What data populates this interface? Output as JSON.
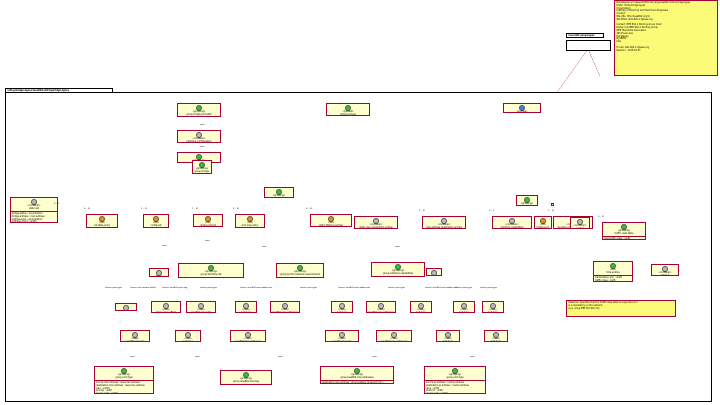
{
  "colors": {
    "class_fill": "#fefece",
    "class_border": "#a80036",
    "note_fill": "#fbfb77",
    "edge": "#a80036",
    "icon_green": "#22cc22",
    "icon_orange": "#ff8800",
    "icon_blue": "#2288ff",
    "icon_grey": "#bbbbbb"
  },
  "outer_package": {
    "title": "ietf-q-bridge-types/ieee802-dot1q-bridge-types"
  },
  "small_package": {
    "title": "ieee/ietf-yang-types"
  },
  "module_note": {
    "lines": [
      "Namespace: urn:ieee:std:802.1Q:yang:ieee802-dot1q-bridge-types",
      "Prefix: dot1q-bridge-types",
      "Organization:",
      "Institute of Electrical and Electronics Engineers",
      "Contact:",
      "WG-URL: http://ieee802.org/1/",
      "WG-EMail: stds-802-1-l@ieee.org",
      "",
      "Contact: IEEE 802.1 Working Group Chair",
      "Postal: C/O IEEE 802.1 Working Group",
      "IEEE Standards Association",
      "445 Hoes Lane",
      "Piscataway",
      "NJ 08854",
      "USA",
      "",
      "E-mail: stds-802-1-l@ieee.org",
      "Revision : 2018-03-07"
    ]
  },
  "presence_note": {
    "lines": [
      "Presence: Specifies that the TrafficClass table is supported and",
      "is a mandatory on the network.",
      "(e.g. using IEEE Std 802.1Q)"
    ]
  },
  "classes": [
    {
      "id": "c1",
      "icon": "green",
      "stereo": "«grouping»",
      "name": "group-bridge-port-attrs",
      "body": [
        "bridge-port-attrs : uint16"
      ]
    },
    {
      "id": "c2",
      "icon": "grey",
      "stereo": "«container»",
      "name": "interface-configuration",
      "body": [
        "group-bridge-port-config (uses)"
      ]
    },
    {
      "id": "c3",
      "icon": "green",
      "stereo": "«grouping»",
      "name": "group-interface-configuration",
      "body": []
    },
    {
      "id": "c4",
      "icon": "green",
      "stereo": "«typedef»",
      "name": "dot1q-vid-type",
      "body": [
        "string pattern : [1-9][0-9]{0,3}..."
      ]
    },
    {
      "id": "c5",
      "icon": "blue",
      "stereo": "«module»",
      "name": "ieee802-dot1q-bridge-types",
      "body": []
    },
    {
      "id": "c6",
      "icon": "green",
      "stereo": "«grouping»",
      "name": "group-address-type",
      "body": []
    },
    {
      "id": "c7",
      "icon": "grey",
      "stereo": "«container»",
      "name": "static-list",
      "body": [
        "bridge-status : enumeration",
        "bridge-address : mac-address",
        "address-type : enumeration",
        "address-count : uint32"
      ]
    },
    {
      "id": "c8",
      "icon": "orange",
      "stereo": "«list»",
      "name": "vid-table-entry",
      "body": [
        "group-interface-list (uses)"
      ]
    },
    {
      "id": "c9",
      "icon": "orange",
      "stereo": "«list»",
      "name": "config-set",
      "body": [
        "1 .. max : uint16 {key}"
      ]
    },
    {
      "id": "c10",
      "icon": "orange",
      "stereo": "«list»",
      "name": "dot1q-port-list",
      "body": [
        "group-bridge-port-list"
      ]
    },
    {
      "id": "c11",
      "icon": "green",
      "stereo": "«grouping»",
      "name": "group-bridge-port",
      "body": []
    },
    {
      "id": "c12",
      "icon": "orange",
      "stereo": "«list»",
      "name": "port-map-entry",
      "body": [
        "group-port-map (uses)"
      ]
    },
    {
      "id": "c13",
      "icon": "orange",
      "stereo": "«list»",
      "name": "static-filtering-entries",
      "body": [
        "group-filtering-entries (uses)"
      ]
    },
    {
      "id": "c14",
      "icon": "grey",
      "stereo": "«container»",
      "name": "static-vlan-registration-entries",
      "body": [
        "group-static-vlan-registration (uses)"
      ]
    },
    {
      "id": "c15",
      "icon": "grey",
      "stereo": "«container»",
      "name": "mac-address-registration-entries",
      "body": [
        "group-mac-address-registration (uses)"
      ]
    },
    {
      "id": "c16",
      "icon": "green",
      "stereo": "«grouping»",
      "name": "group-port-capabilities",
      "body": []
    },
    {
      "id": "c17",
      "icon": "grey",
      "stereo": "«container»",
      "name": "interface-capabilities",
      "body": [
        "group-port-capabilities (uses)"
      ]
    },
    {
      "id": "c18",
      "icon": "grey",
      "stereo": "«container»",
      "name": "dynamic-reservation-entries",
      "body": [
        "group-dynamic-reservation (uses)"
      ]
    },
    {
      "id": "c19",
      "icon": "grey",
      "stereo": "«container»",
      "name": "dynamic-filtering-entries",
      "body": [
        "group-dynamic-filtering (uses)"
      ]
    },
    {
      "id": "c20",
      "icon": "orange",
      "stereo": "«list»",
      "name": "bridge-port-entry",
      "body": [
        "1 .. max : uint16 {key}"
      ]
    },
    {
      "id": "c21",
      "icon": "grey",
      "stereo": "«container»",
      "name": "port-id",
      "body": [
        "port : uint16"
      ]
    },
    {
      "id": "c22",
      "icon": "green",
      "stereo": "«grouping»",
      "name": "traffic-class-table",
      "body": [
        "max-traffic-class : uint8",
        "num-traffic-class : uint8",
        "traffic-class-map (uses)"
      ]
    },
    {
      "id": "c23",
      "icon": "grey",
      "stereo": "«choice»",
      "name": "configuration",
      "body": []
    },
    {
      "id": "c24",
      "icon": "green",
      "stereo": "«grouping»",
      "name": "group-interface-list",
      "body": [
        "interface-type : string",
        "vid-table-pattern : [1-9][0-9]{0,3}(,[1-9]..."
      ]
    },
    {
      "id": "c25",
      "icon": "green",
      "stereo": "«grouping»",
      "name": "group-port-to-network-requirements",
      "body": [
        "max-available-time : uint32",
        "max-frame-size : uint32"
      ]
    },
    {
      "id": "c26",
      "icon": "green",
      "stereo": "«grouping»",
      "name": "group-interface-capabilities",
      "body": [
        "interface-mode-capable : boolean",
        "frame-quantum-capable : uint32",
        "reservation-capable : uint32"
      ]
    },
    {
      "id": "c27",
      "icon": "grey",
      "stereo": "«choice»",
      "name": "type",
      "body": []
    },
    {
      "id": "c28",
      "icon": "green",
      "stereo": "«list»",
      "name": "time-entries",
      "body": [
        "transmission-prio : uint8",
        "traffic-class : uint8",
        "prio : uint8"
      ]
    },
    {
      "id": "c29",
      "icon": "grey",
      "stereo": "«container»",
      "name": "interval",
      "body": [
        "numerator : uint32",
        "denominator : uint32"
      ]
    },
    {
      "id": "c30",
      "icon": "grey",
      "stereo": "«case»",
      "name": "port-type",
      "body": []
    },
    {
      "id": "c31",
      "icon": "grey",
      "stereo": "«case»",
      "name": "time-aware-offset",
      "body": [
        "time-aware-offset : uint32"
      ]
    },
    {
      "id": "c32",
      "icon": "grey",
      "stereo": "«case»",
      "name": "ieee802-mac-addr",
      "body": [
        "group-mac-addr (uses)"
      ]
    },
    {
      "id": "c33",
      "icon": "grey",
      "stereo": "«case»",
      "name": "port-type",
      "body": [
        "group-port-type"
      ]
    },
    {
      "id": "c34",
      "icon": "grey",
      "stereo": "«case»",
      "name": "ieee802-mac-addresses",
      "body": [
        "group-mac-addresses"
      ]
    },
    {
      "id": "c35",
      "icon": "grey",
      "stereo": "«case»",
      "name": "port-type",
      "body": [
        "group-port-type"
      ]
    },
    {
      "id": "c36",
      "icon": "grey",
      "stereo": "«case»",
      "name": "ieee802-mac-addresses",
      "body": [
        "group-mac-addresses"
      ]
    },
    {
      "id": "c37",
      "icon": "grey",
      "stereo": "«case»",
      "name": "port-type",
      "body": [
        "group-port-type"
      ]
    },
    {
      "id": "c38",
      "icon": "grey",
      "stereo": "«case»",
      "name": "port-type",
      "body": [
        "group-port-type"
      ]
    },
    {
      "id": "c39",
      "icon": "grey",
      "stereo": "«case»",
      "name": "port-type",
      "body": [
        "group-port-type (uses)"
      ]
    },
    {
      "id": "c40",
      "icon": "grey",
      "stereo": "«case»",
      "name": "ieee802-mac-tag",
      "body": [
        "group-ieee802-tag (uses)"
      ]
    },
    {
      "id": "c41",
      "icon": "grey",
      "stereo": "«case»",
      "name": "port-type",
      "body": [
        "group-port-type"
      ]
    },
    {
      "id": "c42",
      "icon": "grey",
      "stereo": "«case»",
      "name": "ieee802-mac-addresses",
      "body": [
        "group-ieee802-mac-addresses (uses)"
      ]
    },
    {
      "id": "c43",
      "icon": "grey",
      "stereo": "«case»",
      "name": "ieee802-mac-tag",
      "body": [
        "group-ieee802-mac-tag"
      ]
    },
    {
      "id": "c44",
      "icon": "grey",
      "stereo": "«case»",
      "name": "ieee802-mac-addresses",
      "body": [
        "group-mac-addresses (uses)"
      ]
    },
    {
      "id": "c45",
      "icon": "grey",
      "stereo": "«case»",
      "name": "port-type",
      "body": [
        "group-port-type"
      ]
    },
    {
      "id": "c46",
      "icon": "grey",
      "stereo": "«case»",
      "name": "port-type",
      "body": [
        "group-port-type"
      ]
    },
    {
      "id": "c47",
      "icon": "green",
      "stereo": "«grouping»",
      "name": "group-port-type",
      "body": [
        "source-mac-address : ieee:mac-address",
        "destination-mac-address : ieee:mac-address",
        "vlan : uint16",
        "priority : uint8",
        "source-port : uint16",
        "destination-port : uint16"
      ]
    },
    {
      "id": "c48",
      "icon": "green",
      "stereo": "«grouping»",
      "name": "group-ieee802-mac-tag",
      "body": [
        "priority-code-point : uint8 {0..7}",
        "vlan-id : uint16 {1..4094}"
      ]
    },
    {
      "id": "c49",
      "icon": "green",
      "stereo": "«grouping»",
      "name": "group-ieee802-mac-addresses",
      "body": [
        "destination-mac-address : string pattern [0-9a-fA-F]{2}...",
        "source-mac-address : string pattern [0-9a-fA-F]{2}..."
      ]
    },
    {
      "id": "c50",
      "icon": "green",
      "stereo": "«grouping»",
      "name": "group-port-type",
      "body": [
        "source-ip-address : inet:ip-address",
        "destination-ip-address : inet:ip-address",
        "dscp : uint8",
        "protocol : uint8",
        "source-port : uint16",
        "destination-port : uint16"
      ]
    }
  ],
  "edge_labels": {
    "uses1": "uses",
    "uses2": "uses",
    "uses3": "uses",
    "uses4": "uses",
    "uses5": "uses",
    "uses6": "uses",
    "uses7": "uses",
    "uses8": "uses",
    "uses9": "uses",
    "uses10": "uses",
    "uses11": "uses",
    "m1": "0 .. 1",
    "m2": "0 .. N",
    "m3": "1 .. N",
    "m4": "1 .. N",
    "m5": "0 .. N",
    "m6": "0 .. N",
    "m7": "1 .. N",
    "m8": "0 .. 1",
    "m9": "1 .. N",
    "m10": "0 .. N",
    "ch1": "choice port-type",
    "ch2": "choice time-aware-offset",
    "ch3": "choice ieee802-mac-tag",
    "ch4": "choice port-type",
    "ch5": "choice ieee802-mac-addresses",
    "ch6": "choice port-type",
    "ch7": "choice ieee802-mac-addresses",
    "ch8": "choice port-type",
    "ch9": "choice ieee802-mac-addresses",
    "ch10": "choice port-type",
    "ch11": "choice port-type"
  }
}
